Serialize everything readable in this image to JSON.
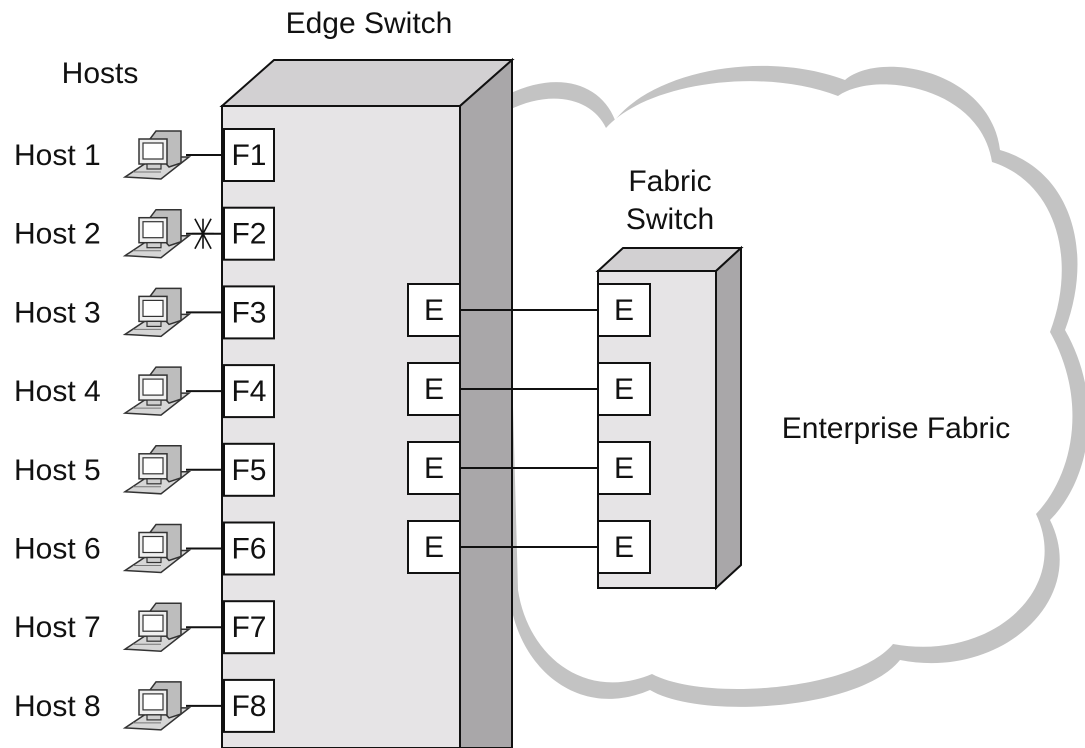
{
  "title": "Edge Switch",
  "hosts_heading": "Hosts",
  "fabric_switch": {
    "line1": "Fabric",
    "line2": "Switch"
  },
  "cloud_label": "Enterprise Fabric",
  "hosts": [
    {
      "label": "Host 1",
      "port": "F1",
      "link": "connected"
    },
    {
      "label": "Host 2",
      "port": "F2",
      "link": "broken"
    },
    {
      "label": "Host 3",
      "port": "F3",
      "link": "connected"
    },
    {
      "label": "Host 4",
      "port": "F4",
      "link": "connected"
    },
    {
      "label": "Host 5",
      "port": "F5",
      "link": "connected"
    },
    {
      "label": "Host 6",
      "port": "F6",
      "link": "connected"
    },
    {
      "label": "Host 7",
      "port": "F7",
      "link": "connected"
    },
    {
      "label": "Host 8",
      "port": "F8",
      "link": "connected"
    }
  ],
  "edge_e_ports": [
    "E",
    "E",
    "E",
    "E"
  ],
  "fabric_e_ports": [
    "E",
    "E",
    "E",
    "E"
  ],
  "colors": {
    "switch_face": "#e6e4e6",
    "switch_top": "#d2d0d2",
    "switch_side": "#a9a7a9",
    "cloud_fill": "#ffffff",
    "cloud_shadow": "#c3c3c3",
    "line": "#111111"
  }
}
